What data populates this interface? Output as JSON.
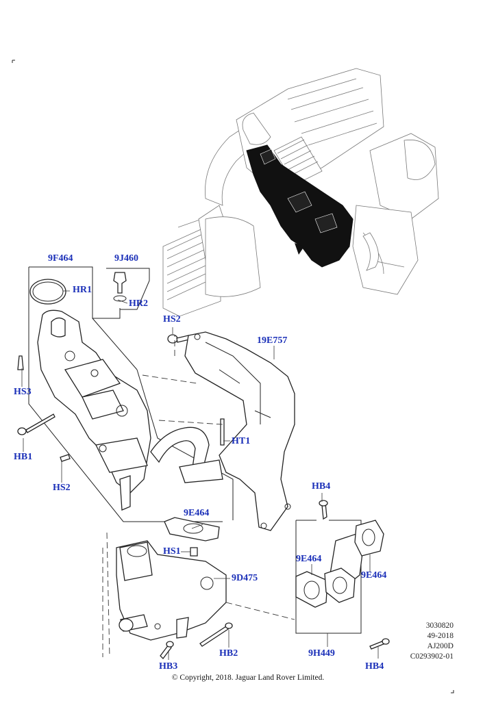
{
  "callouts": {
    "9F464": "9F464",
    "HR1": "HR1",
    "9J460": "9J460",
    "HR2": "HR2",
    "HS2_top": "HS2",
    "19E757": "19E757",
    "HS3": "HS3",
    "HB1": "HB1",
    "HS2_mid": "HS2",
    "HT1": "HT1",
    "HB4_top": "HB4",
    "9E464_mid": "9E464",
    "HS1": "HS1",
    "9D475": "9D475",
    "9E464_left": "9E464",
    "9E464_right": "9E464",
    "HB2": "HB2",
    "HB3": "HB3",
    "9H449": "9H449",
    "HB4_bottom": "HB4"
  },
  "reference": {
    "line1": "3030820",
    "line2": "49-2018",
    "line3": "AJ200D",
    "line4": "C0293902-01"
  },
  "copyright": "© Copyright, 2018. Jaguar Land Rover Limited."
}
